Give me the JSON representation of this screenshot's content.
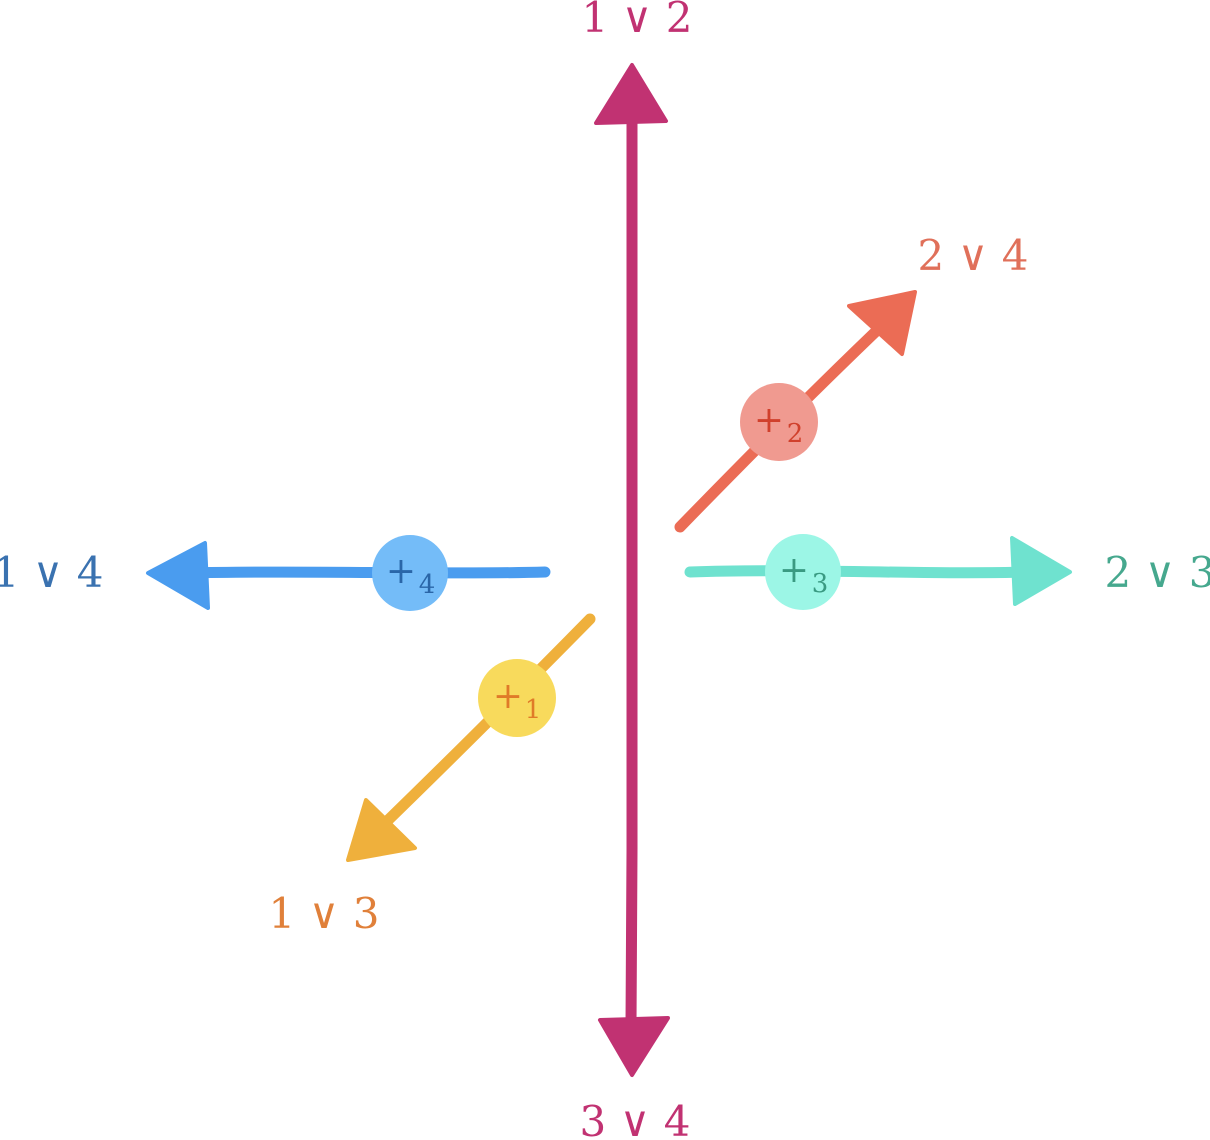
{
  "colors": {
    "vertical": "#c13272",
    "blue": "#4a9cef",
    "blue_text": "#3a72b0",
    "blue_node": "#74bcf8",
    "blue_node_text": "#2a66a8",
    "cyan": "#6fe2cf",
    "cyan_text": "#46a88e",
    "cyan_node": "#9cf6e6",
    "cyan_node_text": "#3a9a82",
    "red": "#eb6c55",
    "red_text": "#e0705a",
    "red_node": "#f09a90",
    "red_node_text": "#d0402c",
    "orange": "#efb03c",
    "orange_text": "#e0803a",
    "orange_node": "#f8da5c",
    "orange_node_text": "#e07a28"
  },
  "labels": {
    "top": "1 ∨ 2",
    "bottom": "3 ∨ 4",
    "left": "1 ∨ 4",
    "right": "2 ∨ 3",
    "upper_right": "2 ∨ 4",
    "lower_left": "1 ∨ 3"
  },
  "nodes": {
    "n1": {
      "symbol": "+",
      "subscript": "1"
    },
    "n2": {
      "symbol": "+",
      "subscript": "2"
    },
    "n3": {
      "symbol": "+",
      "subscript": "3"
    },
    "n4": {
      "symbol": "+",
      "subscript": "4"
    }
  }
}
